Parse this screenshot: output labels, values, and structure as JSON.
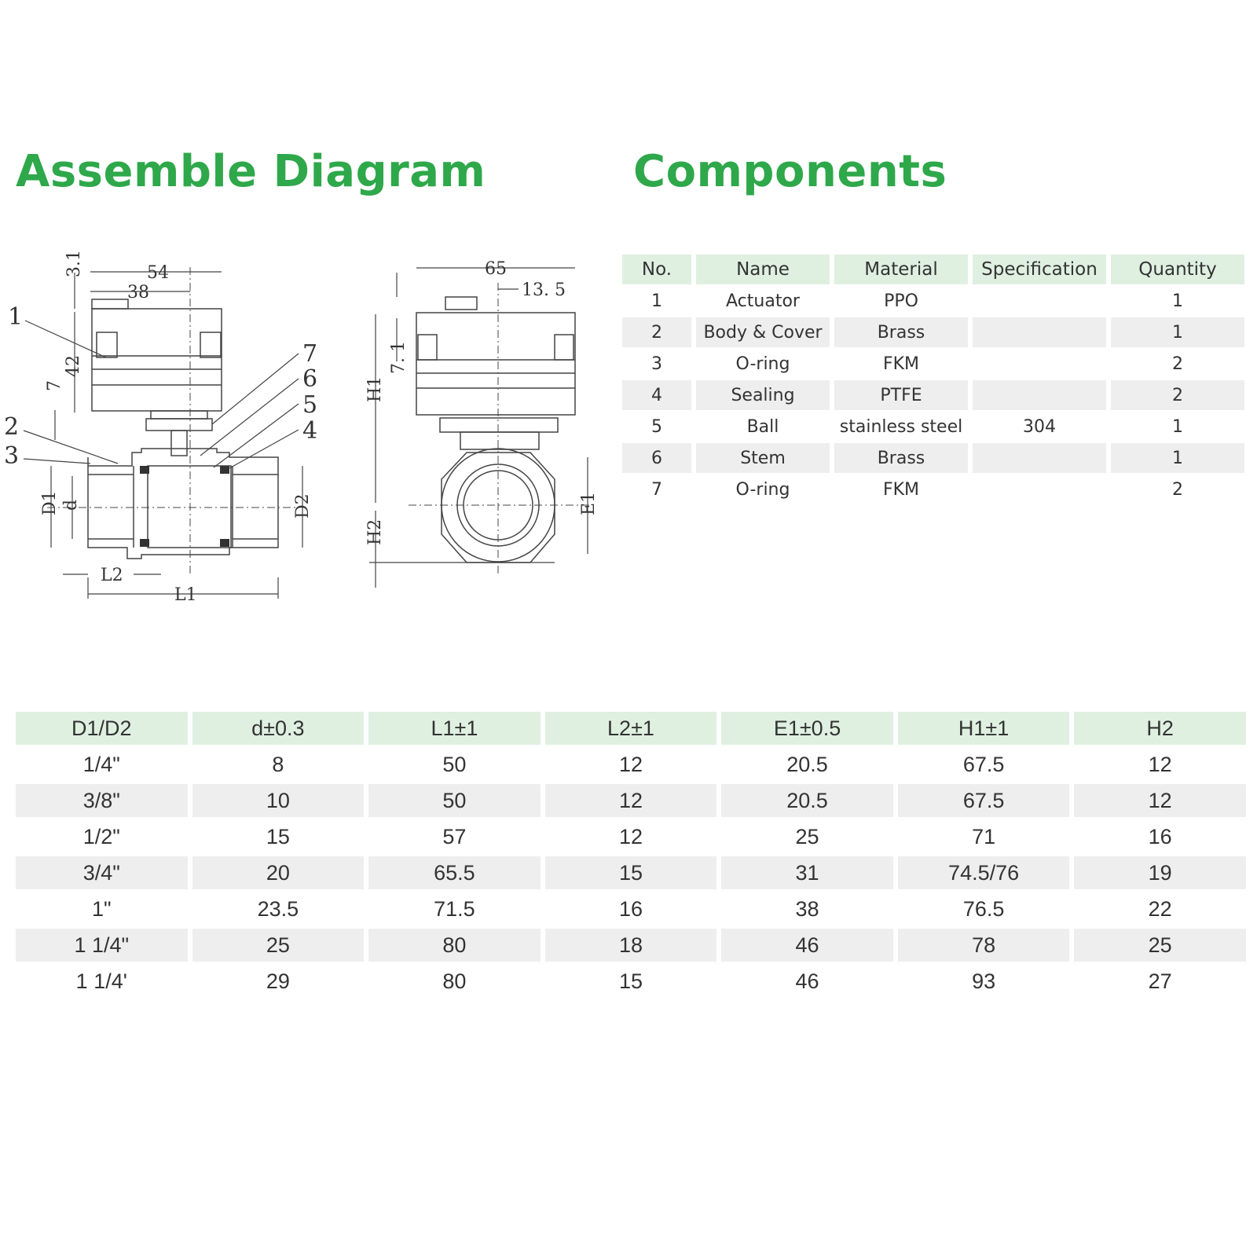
{
  "titles": {
    "assemble": "Assemble Diagram",
    "components": "Components"
  },
  "colors": {
    "title_green": "#2ea84a",
    "header_fill": "#dff0e1",
    "stripe_fill": "#eeeeee",
    "line": "#444444"
  },
  "diagram": {
    "front": {
      "dimensions": {
        "top_margin": "3.1",
        "width_total": "54",
        "width_stem": "38",
        "actuator_height": "42",
        "base_gap": "7",
        "outer_dia": "D1",
        "bore": "d",
        "outer_dia_right": "D2",
        "thread_length": "L2",
        "body_length": "L1"
      },
      "callouts": [
        "1",
        "2",
        "3",
        "4",
        "5",
        "6",
        "7"
      ]
    },
    "side": {
      "dimensions": {
        "width": "65",
        "stem_offset": "13. 5",
        "top_height": "7. 1",
        "height_upper": "H1",
        "height_lower": "H2",
        "end_dia": "E1"
      }
    }
  },
  "components": {
    "headers": [
      "No.",
      "Name",
      "Material",
      "Specification",
      "Quantity"
    ],
    "rows": [
      [
        "1",
        "Actuator",
        "PPO",
        "",
        "1"
      ],
      [
        "2",
        "Body & Cover",
        "Brass",
        "",
        "1"
      ],
      [
        "3",
        "O-ring",
        "FKM",
        "",
        "2"
      ],
      [
        "4",
        "Sealing",
        "PTFE",
        "",
        "2"
      ],
      [
        "5",
        "Ball",
        "stainless steel",
        "304",
        "1"
      ],
      [
        "6",
        "Stem",
        "Brass",
        "",
        "1"
      ],
      [
        "7",
        "O-ring",
        "FKM",
        "",
        "2"
      ]
    ]
  },
  "dimensions": {
    "headers": [
      "D1/D2",
      "d±0.3",
      "L1±1",
      "L2±1",
      "E1±0.5",
      "H1±1",
      "H2"
    ],
    "rows": [
      [
        "1/4\"",
        "8",
        "50",
        "12",
        "20.5",
        "67.5",
        "12"
      ],
      [
        "3/8\"",
        "10",
        "50",
        "12",
        "20.5",
        "67.5",
        "12"
      ],
      [
        "1/2\"",
        "15",
        "57",
        "12",
        "25",
        "71",
        "16"
      ],
      [
        "3/4\"",
        "20",
        "65.5",
        "15",
        "31",
        "74.5/76",
        "19"
      ],
      [
        "1\"",
        "23.5",
        "71.5",
        "16",
        "38",
        "76.5",
        "22"
      ],
      [
        "1 1/4\"",
        "25",
        "80",
        "18",
        "46",
        "78",
        "25"
      ],
      [
        "1 1/4'",
        "29",
        "80",
        "15",
        "46",
        "93",
        "27"
      ]
    ]
  }
}
